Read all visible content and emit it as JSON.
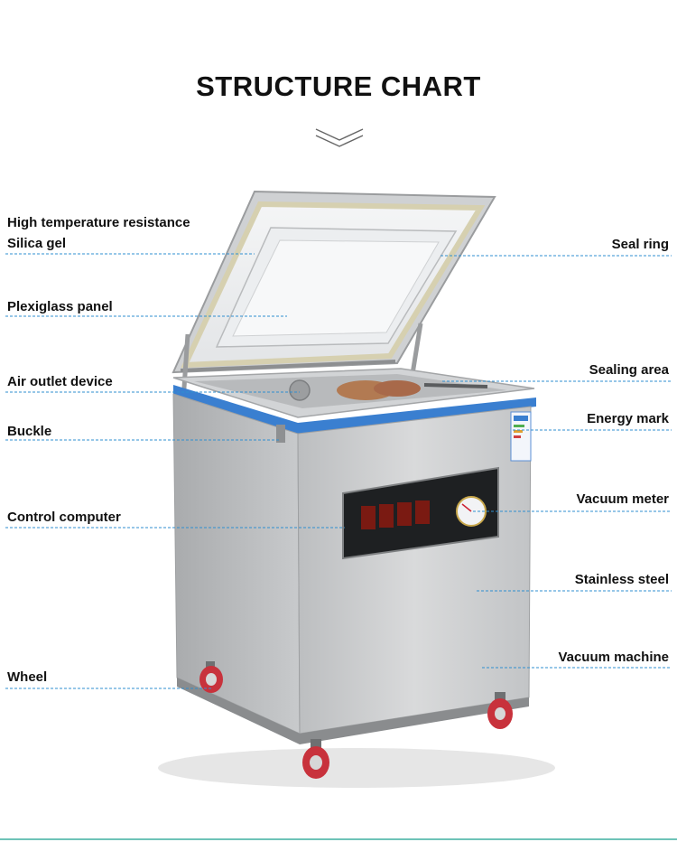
{
  "title": "STRUCTURE CHART",
  "icons": {
    "chevron": "double-chevron-down-icon"
  },
  "colors": {
    "leader": "#2f8fd0",
    "trim": "#3a7fd0",
    "wheel": "#c8323c",
    "steel": "#c9cbcd"
  },
  "labels_left": [
    {
      "id": "high-temperature",
      "text": "High temperature resistance"
    },
    {
      "id": "silica-gel",
      "text": "Silica gel"
    },
    {
      "id": "plexiglass-panel",
      "text": "Plexiglass panel"
    },
    {
      "id": "air-outlet-device",
      "text": "Air outlet device"
    },
    {
      "id": "buckle",
      "text": "Buckle"
    },
    {
      "id": "control-computer",
      "text": "Control computer"
    },
    {
      "id": "wheel",
      "text": "Wheel"
    }
  ],
  "labels_right": [
    {
      "id": "seal-ring",
      "text": "Seal ring"
    },
    {
      "id": "sealing-area",
      "text": "Sealing area"
    },
    {
      "id": "energy-mark",
      "text": "Energy mark"
    },
    {
      "id": "vacuum-meter",
      "text": "Vacuum meter"
    },
    {
      "id": "stainless-steel",
      "text": "Stainless steel"
    },
    {
      "id": "vacuum-machine",
      "text": "Vacuum machine"
    }
  ]
}
